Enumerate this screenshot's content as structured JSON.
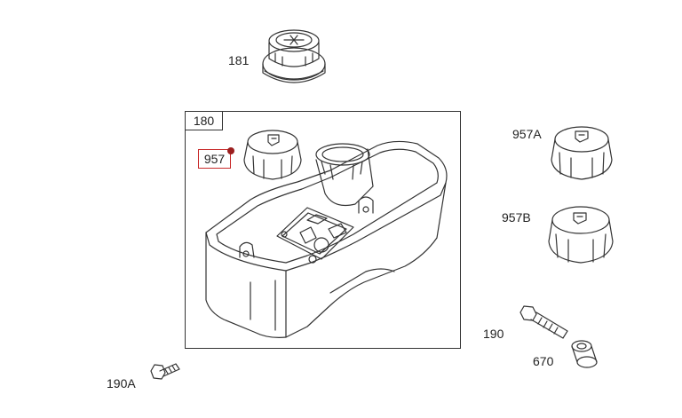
{
  "callouts": {
    "part_181": "181",
    "part_180": "180",
    "part_957": "957",
    "part_957a": "957A",
    "part_957b": "957B",
    "part_190": "190",
    "part_670": "670",
    "part_190a": "190A"
  },
  "colors": {
    "line": "#333333",
    "highlight": "#c82a2a",
    "highlight_dot": "#9b1e1e"
  }
}
